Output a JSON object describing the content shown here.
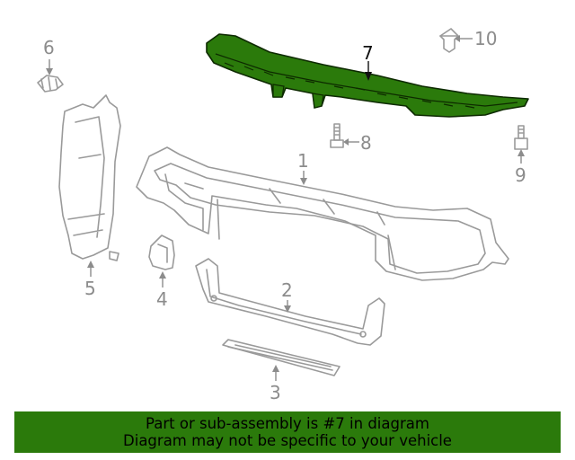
{
  "diagram": {
    "highlight_color": "#2b7a0b",
    "outline_color": "#9a9a9a",
    "callouts": [
      {
        "id": "1",
        "label": "1"
      },
      {
        "id": "2",
        "label": "2"
      },
      {
        "id": "3",
        "label": "3"
      },
      {
        "id": "4",
        "label": "4"
      },
      {
        "id": "5",
        "label": "5"
      },
      {
        "id": "6",
        "label": "6"
      },
      {
        "id": "7",
        "label": "7",
        "highlighted": true
      },
      {
        "id": "8",
        "label": "8"
      },
      {
        "id": "9",
        "label": "9"
      },
      {
        "id": "10",
        "label": "10"
      }
    ]
  },
  "banner": {
    "line1": "Part or sub-assembly is #7 in diagram",
    "line2": "Diagram may not be specific to your vehicle",
    "color": "#2b7a0b"
  }
}
